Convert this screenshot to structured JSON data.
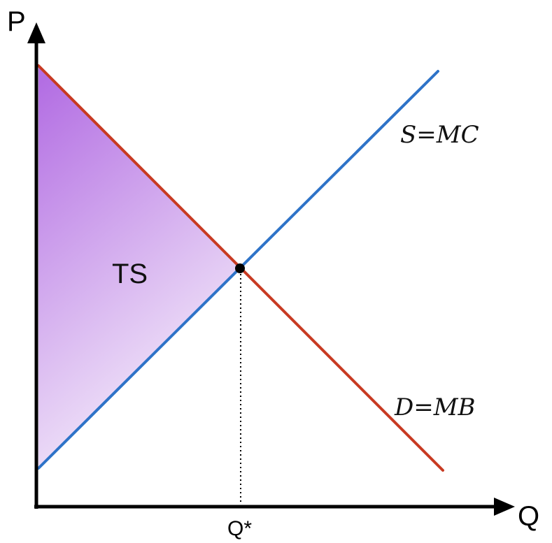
{
  "axes": {
    "y_label": "P",
    "x_label": "Q"
  },
  "equilibrium": {
    "quantity_label": "Q*"
  },
  "region": {
    "label": "TS",
    "color_dark": "#b36ee3",
    "color_light": "#ecdcf7"
  },
  "curves": {
    "supply": {
      "label": "S=MC",
      "color": "#2e73c8"
    },
    "demand": {
      "label": "D=MB",
      "color": "#c83a22"
    }
  }
}
